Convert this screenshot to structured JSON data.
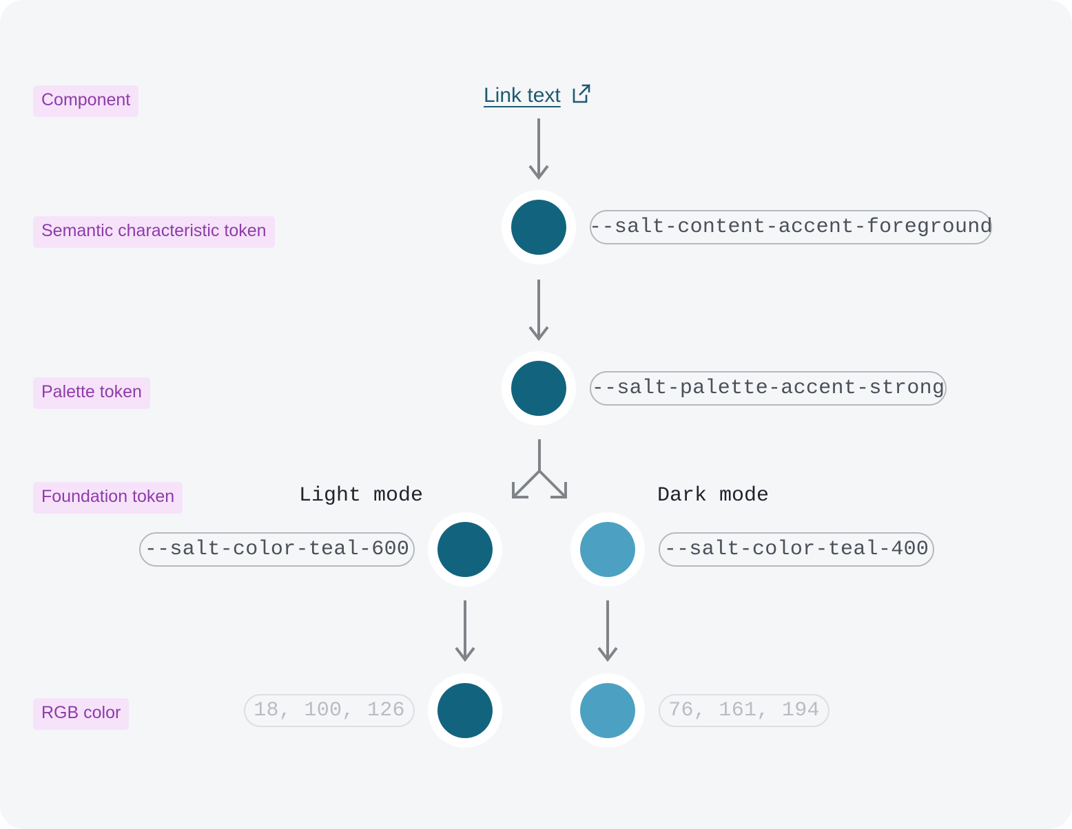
{
  "canvas": {
    "background": "#f5f6f8",
    "page_background": "#ffffff"
  },
  "colors": {
    "chip_background": "#f6e3fa",
    "chip_text": "#8e3ca8",
    "link": "#1d5a72",
    "arrow": "#808387",
    "pill_border": "#b5b8bd",
    "pill_text": "#4b5059",
    "pill_muted_border": "#dcdfe3",
    "pill_muted_text": "#b9bcc2",
    "teal_600": "#12647e",
    "teal_400": "#4ca1c2",
    "swatch_ring": "#ffffff"
  },
  "rows": {
    "component": {
      "label": "Component"
    },
    "semantic": {
      "label": "Semantic characteristic token"
    },
    "palette": {
      "label": "Palette token"
    },
    "foundation": {
      "label": "Foundation token"
    },
    "rgb": {
      "label": "RGB color"
    }
  },
  "component": {
    "link_label": "Link text",
    "external_link_icon": "external-link-icon"
  },
  "semantic_token": {
    "name": "--salt-content-accent-foreground",
    "swatch_color": "#12647e"
  },
  "palette_token": {
    "name": "--salt-palette-accent-strong",
    "swatch_color": "#12647e"
  },
  "modes": [
    {
      "caption": "Light mode",
      "foundation_token": "--salt-color-teal-600",
      "swatch_color": "#12647e",
      "rgb_value": "18, 100, 126"
    },
    {
      "caption": "Dark mode",
      "foundation_token": "--salt-color-teal-400",
      "swatch_color": "#4ca1c2",
      "rgb_value": "76, 161, 194"
    }
  ],
  "arrows": {
    "component_to_semantic": "down-arrow-icon",
    "semantic_to_palette": "down-arrow-icon",
    "palette_to_foundation": "branch-arrow-icon",
    "light_foundation_to_rgb": "down-arrow-icon",
    "dark_foundation_to_rgb": "down-arrow-icon"
  }
}
